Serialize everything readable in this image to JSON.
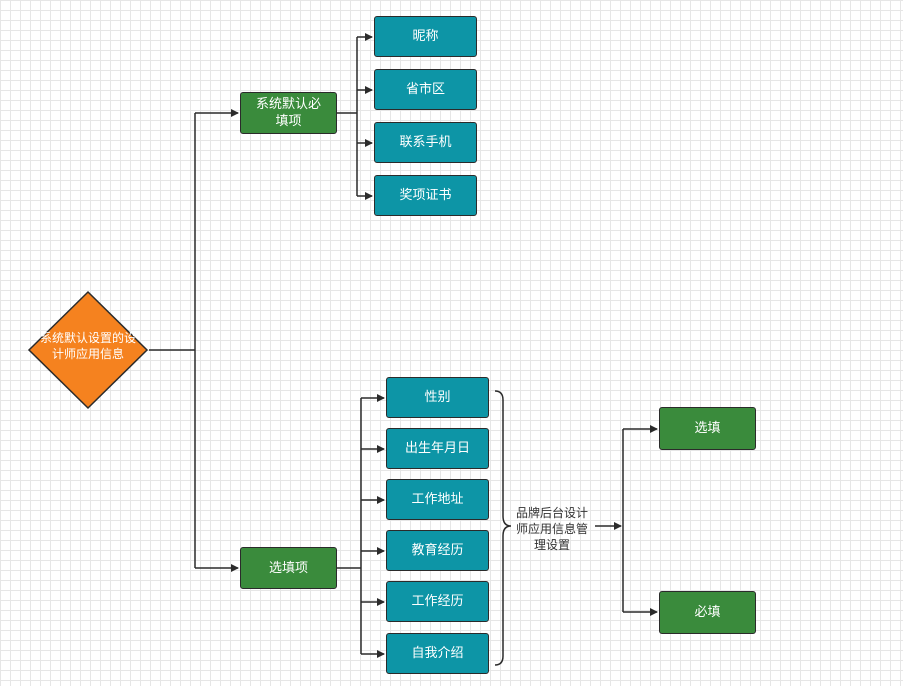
{
  "root": {
    "label": "系统默认设置的设计师应用信息",
    "color": "#f5821f"
  },
  "required_group": {
    "label": "系统默认必填项",
    "items": [
      "昵称",
      "省市区",
      "联系手机",
      "奖项证书"
    ]
  },
  "optional_group": {
    "label": "选填项",
    "items": [
      "性别",
      "出生年月日",
      "工作地址",
      "教育经历",
      "工作经历",
      "自我介绍"
    ]
  },
  "brand_note": "品牌后台设计师应用信息管理设置",
  "settings": {
    "optional_label": "选填",
    "required_label": "必填"
  },
  "colors": {
    "green": "#3a8b3c",
    "teal": "#0d95a6",
    "orange": "#f5821f",
    "stroke": "#2b2b2b"
  }
}
